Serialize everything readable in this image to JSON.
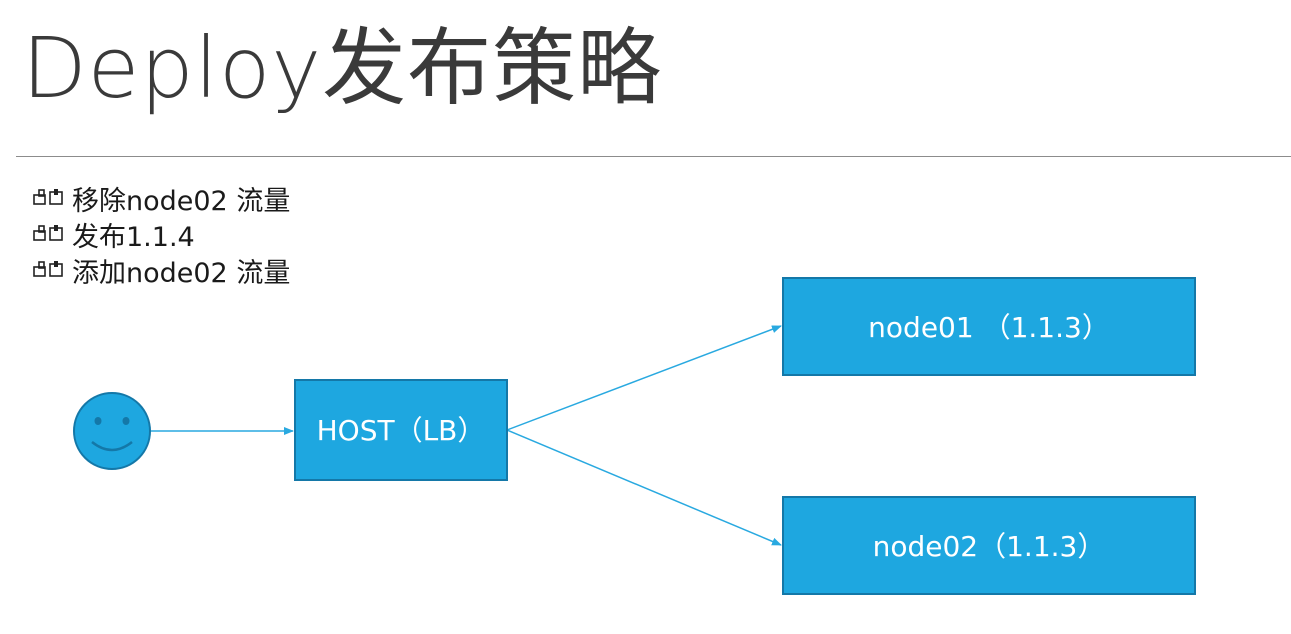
{
  "title": "Deploy发布策略",
  "steps": [
    {
      "label": "移除node02 流量",
      "icon": "hand-pointing-icon"
    },
    {
      "label": "发布1.1.4",
      "icon": "hand-pointing-icon"
    },
    {
      "label": "添加node02 流量",
      "icon": "hand-pointing-icon"
    }
  ],
  "diagram": {
    "user": {
      "icon": "smiley-face-icon"
    },
    "host": {
      "label": "HOST（LB）"
    },
    "node01": {
      "label": "node01 （1.1.3）"
    },
    "node02": {
      "label": "node02（1.1.3）"
    }
  },
  "colors": {
    "box_fill": "#1ea7e0",
    "box_stroke": "#1478a8",
    "arrow": "#29a9e0",
    "face_fill": "#1ea7e0",
    "face_stroke": "#1478a8",
    "rule": "#8c8c8c"
  }
}
